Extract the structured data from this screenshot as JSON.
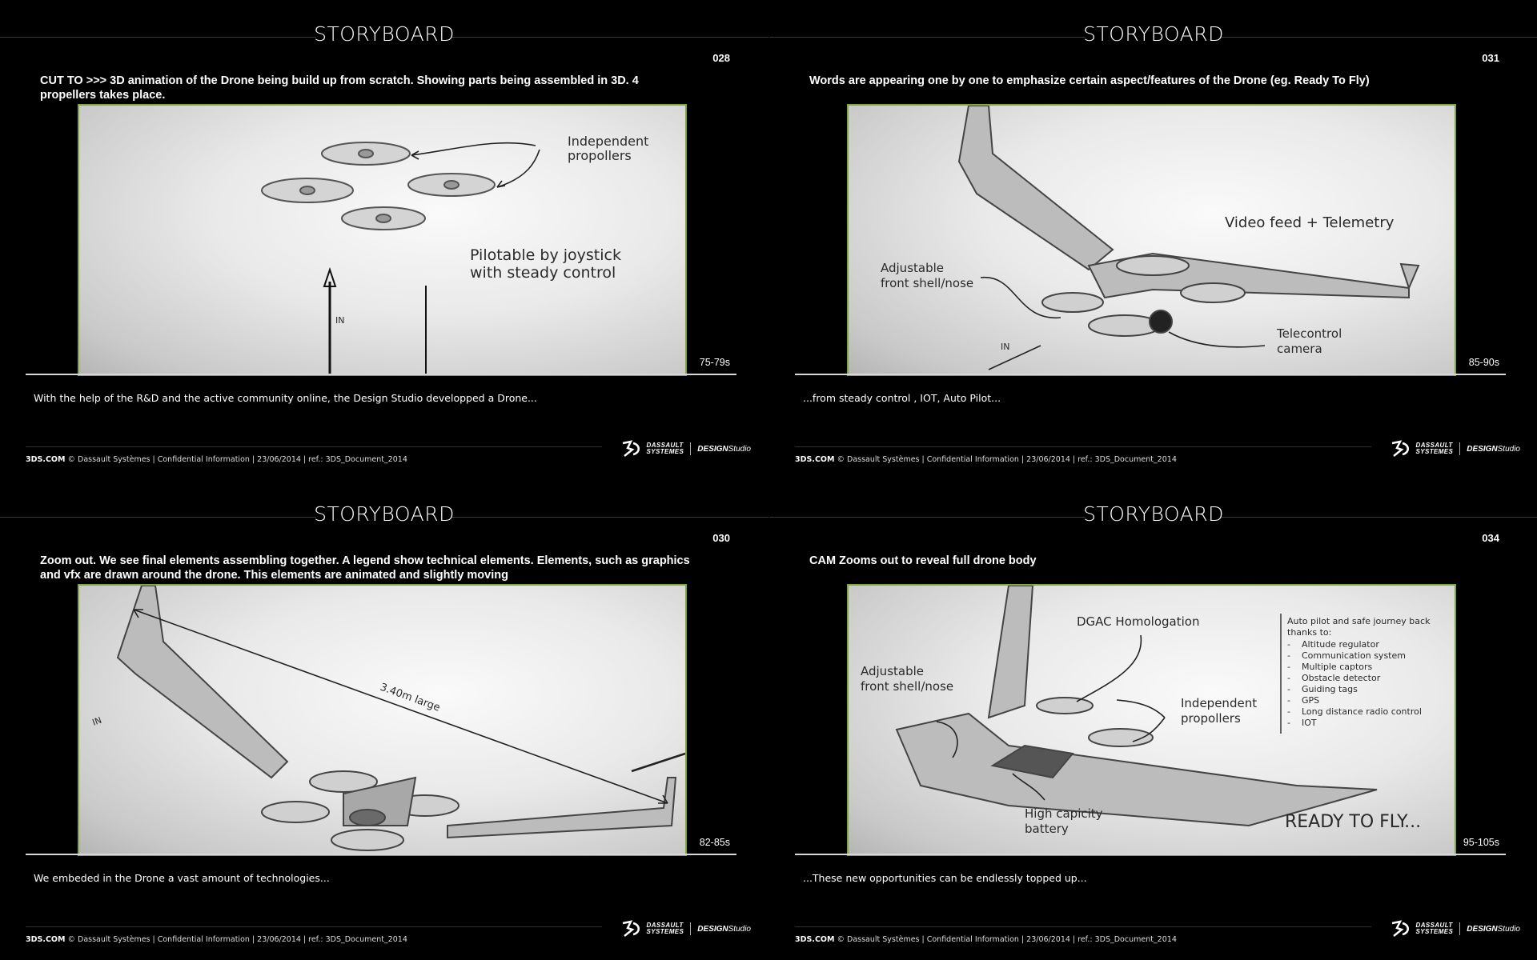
{
  "panels": [
    {
      "title": "STORYBOARD",
      "number": "028",
      "description": "CUT TO >>> 3D animation of the Drone being build up from scratch. Showing parts being assembled in 3D. 4 propellers takes place.",
      "timing": "75-79s",
      "narration": "With the help of the R&D and the active community online, the Design Studio developped a Drone...",
      "sketch_labels": {
        "a1": "Independent",
        "a2": "propollers",
        "b1": "Pilotable by joystick",
        "b2": "with steady control",
        "mark": "IN"
      }
    },
    {
      "title": "STORYBOARD",
      "number": "031",
      "description": "Words are appearing one by one to emphasize certain aspect/features of the Drone (eg. Ready To Fly)",
      "timing": "85-90s",
      "narration": "...from steady control , IOT, Auto Pilot...",
      "sketch_labels": {
        "a1": "Video feed + Telemetry",
        "b1": "Adjustable",
        "b2": "front shell/nose",
        "c1": "Telecontrol",
        "c2": "camera",
        "mark": "IN"
      }
    },
    {
      "title": "STORYBOARD",
      "number": "030",
      "description": "Zoom out. We see final elements assembling together. A legend show technical elements. Elements, such as graphics and vfx are drawn around the drone.  This elements are animated and slightly moving",
      "timing": "82-85s",
      "narration": "We embeded in the Drone a vast amount of technologies...",
      "sketch_labels": {
        "a1": "3.40m large",
        "mark": "IN"
      }
    },
    {
      "title": "STORYBOARD",
      "number": "034",
      "description": "CAM Zooms out to reveal full drone body",
      "timing": "95-105s",
      "narration": "...These new opportunities can be endlessly topped up...",
      "sketch_labels": {
        "a1": "DGAC Homologation",
        "b1": "Adjustable",
        "b2": "front shell/nose",
        "c1": "Independent",
        "c2": "propollers",
        "d1": "High capicity",
        "d2": "battery",
        "ready": "READY TO FLY...",
        "list_title1": "Auto pilot and safe journey back",
        "list_title2": "thanks to:",
        "list": [
          "Altitude regulator",
          "Communication system",
          "Multiple captors",
          "Obstacle detector",
          "Guiding tags",
          "GPS",
          "Long distance radio control",
          "IOT"
        ]
      }
    }
  ],
  "footer": {
    "site": "3DS.COM",
    "text": "© Dassault Systèmes | Confidential Information | 23/06/2014 | ref.: 3DS_Document_2014"
  },
  "logo": {
    "line1": "DASSAULT",
    "line2": "SYSTEMES",
    "brand": "DESIGN",
    "brand2": "Studio"
  }
}
